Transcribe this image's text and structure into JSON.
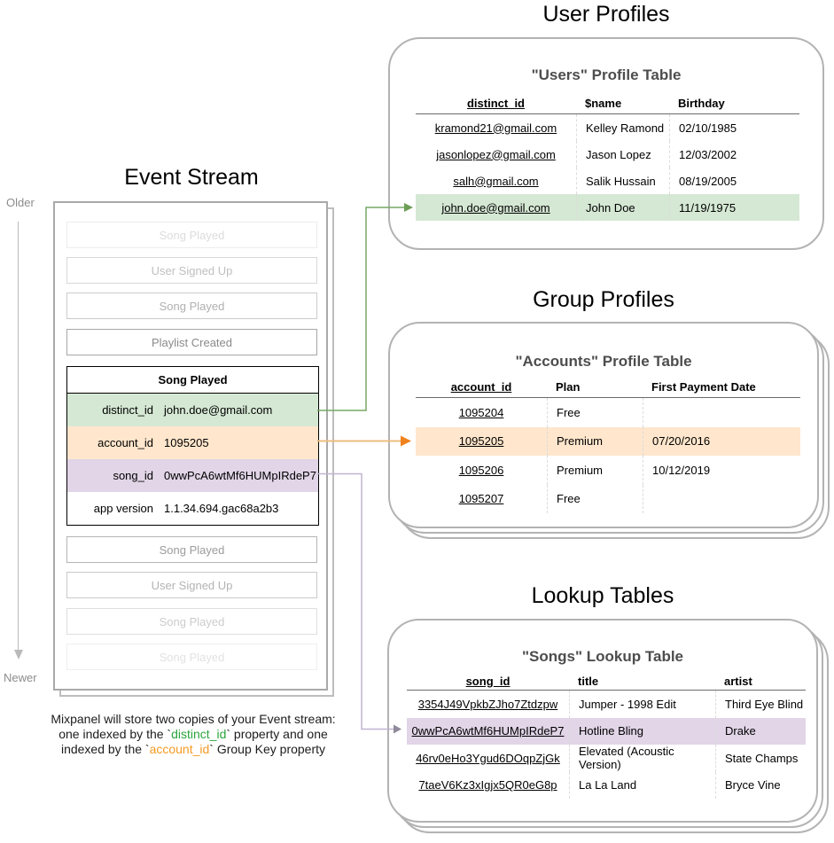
{
  "titles": {
    "event_stream": "Event Stream",
    "user_profiles": "User Profiles",
    "group_profiles": "Group Profiles",
    "lookup_tables": "Lookup Tables"
  },
  "timeline": {
    "older": "Older",
    "newer": "Newer"
  },
  "event_stream": {
    "faded_events_before": [
      "Song Played",
      "User Signed Up",
      "Song Played",
      "Playlist Created"
    ],
    "expanded_event": {
      "name": "Song Played",
      "properties": [
        {
          "key": "distinct_id",
          "value": "john.doe@gmail.com"
        },
        {
          "key": "account_id",
          "value": "1095205"
        },
        {
          "key": "song_id",
          "value": "0wwPcA6wtMf6HUMpIRdeP7"
        },
        {
          "key": "app version",
          "value": "1.1.34.694.gac68a2b3"
        }
      ]
    },
    "faded_events_after": [
      "Song Played",
      "User Signed Up",
      "Song Played",
      "Song Played"
    ]
  },
  "user_profiles": {
    "table_title": "\"Users\" Profile Table",
    "columns": [
      "distinct_id",
      "$name",
      "Birthday"
    ],
    "rows": [
      [
        "kramond21@gmail.com",
        "Kelley Ramond",
        "02/10/1985"
      ],
      [
        "jasonlopez@gmail.com",
        "Jason Lopez",
        "12/03/2002"
      ],
      [
        "salh@gmail.com",
        "Salik Hussain",
        "08/19/2005"
      ],
      [
        "john.doe@gmail.com",
        "John Doe",
        "11/19/1975"
      ]
    ],
    "highlighted_row_index": 3
  },
  "group_profiles": {
    "table_title": "\"Accounts\" Profile Table",
    "columns": [
      "account_id",
      "Plan",
      "First Payment Date"
    ],
    "rows": [
      [
        "1095204",
        "Free",
        ""
      ],
      [
        "1095205",
        "Premium",
        "07/20/2016"
      ],
      [
        "1095206",
        "Premium",
        "10/12/2019"
      ],
      [
        "1095207",
        "Free",
        ""
      ]
    ],
    "highlighted_row_index": 1
  },
  "lookup_tables": {
    "table_title": "\"Songs\" Lookup Table",
    "columns": [
      "song_id",
      "title",
      "artist"
    ],
    "rows": [
      [
        "3354J49VpkbZJho7Ztdzpw",
        "Jumper - 1998 Edit",
        "Third Eye Blind"
      ],
      [
        "0wwPcA6wtMf6HUMpIRdeP7",
        "Hotline Bling",
        "Drake"
      ],
      [
        "46rv0eHo3Ygud6DOqpZjGk",
        "Elevated (Acoustic Version)",
        "State Champs"
      ],
      [
        "7taeV6Kz3xIgjx5QR0eG8p",
        "La La Land",
        "Bryce Vine"
      ]
    ],
    "highlighted_row_index": 1
  },
  "caption": {
    "line1": "Mixpanel will store two copies of your Event stream:",
    "line2_pre": "one indexed by the `",
    "line2_code": "distinct_id",
    "line2_post": "` property and one",
    "line3_pre": "indexed by the `",
    "line3_code": "account_id",
    "line3_post": "` Group Key property"
  },
  "colors": {
    "highlight_green": "#d5e8d4",
    "highlight_orange": "#ffe6cc",
    "highlight_purple": "#e1d5e7",
    "caption_green": "#2aa53c",
    "caption_orange": "#f59a23",
    "connector_green_line": "#76a865",
    "connector_green_arrow": "#6c9e57",
    "connector_orange_line": "#edbd7e",
    "connector_orange_arrow": "#f0821d",
    "connector_purple_line": "#c0b5d1",
    "connector_purple_arrow": "#8f8a9b"
  }
}
